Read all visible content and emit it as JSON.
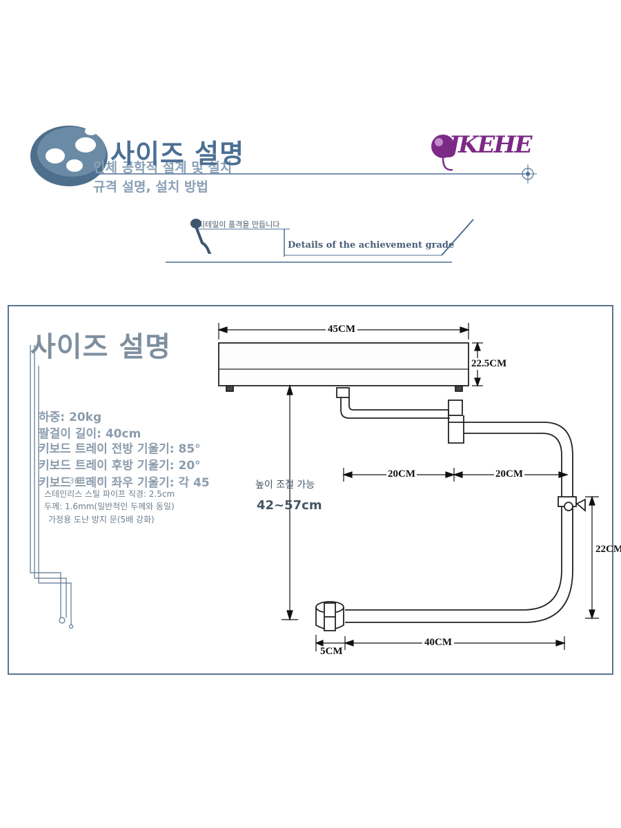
{
  "header": {
    "title": "사이즈 설명",
    "subtitle_line1": "인체 공학적 설계 및 설치",
    "subtitle_line2": "규격 설명, 설치 방법",
    "logo_text": "JKEHE"
  },
  "tagline": {
    "korean": "디테일이 품격을 만듭니다",
    "english": "Details of the achievement grade"
  },
  "section": {
    "title": "사이즈 설명",
    "specs": [
      "하중: 20kg",
      "팔걸이 길이: 40cm",
      "키보드 트레이 전방 기울기: 85°",
      "키보드 트레이 후방 기울기: 20°",
      "키보드 트레이 좌우 기울기: 각 45"
    ],
    "overlap_note": "360°회전",
    "small_specs": [
      "스테인리스 스틸 파이프 직경: 2.5cm",
      "두께: 1.6mm(일반적인 두께와 동일)",
      "가정용 도난 방지 문(5배 강화)"
    ],
    "height_adjust_label": "높이 조절 가능",
    "height_adjust_value": "42~57cm"
  },
  "dimensions": {
    "width": "45CM",
    "depth": "22.5CM",
    "arm_segment_1": "20CM",
    "arm_segment_2": "20CM",
    "drop": "22CM",
    "bottom_arm": "40CM",
    "clamp": "5CM"
  },
  "colors": {
    "accent_blue": "#4b6f93",
    "muted_blue": "#8aa0b6",
    "logo_purple": "#7b2a86",
    "frame_border": "#5a7390"
  }
}
